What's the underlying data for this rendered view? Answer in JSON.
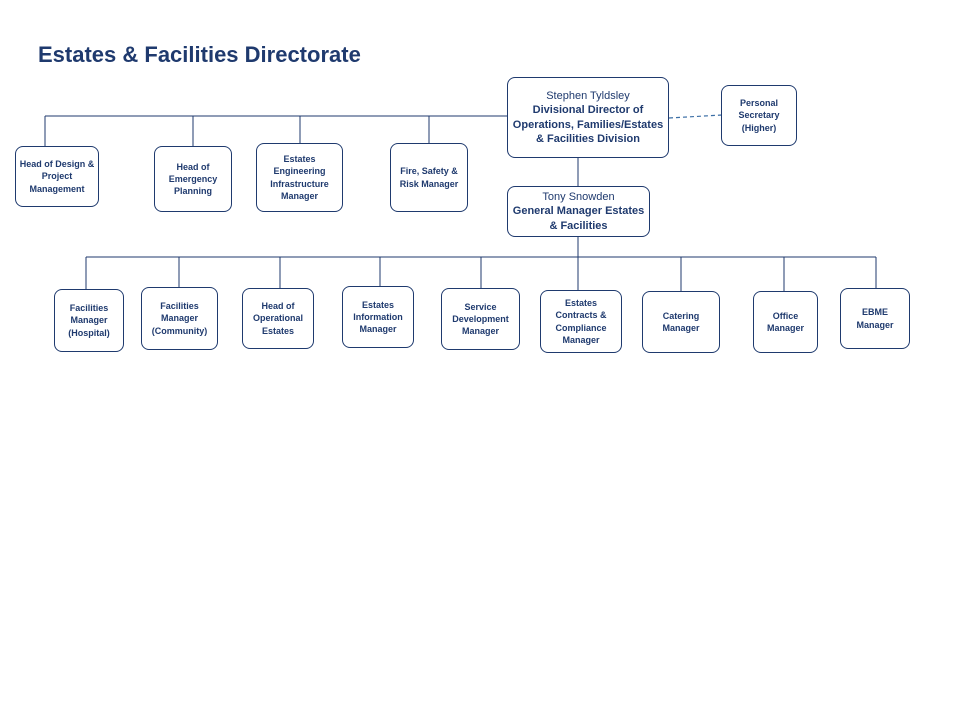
{
  "title": "Estates & Facilities Directorate",
  "colors": {
    "accent": "#1f3a6e",
    "dashed_link": "#3b6ea5"
  },
  "director": {
    "name": "Stephen Tyldsley",
    "role": "Divisional Director of Operations, Families/Estates & Facilities Division"
  },
  "secretary": {
    "label": "Personal Secretary (Higher)"
  },
  "top_reports": [
    "Head of Design & Project Management",
    "Head of Emergency Planning",
    "Estates Engineering Infrastructure Manager",
    "Fire, Safety & Risk Manager"
  ],
  "general_manager": {
    "name": "Tony Snowden",
    "role": "General Manager Estates & Facilities"
  },
  "gm_reports": [
    "Facilities Manager (Hospital)",
    "Facilities Manager (Community)",
    "Head of Operational Estates",
    "Estates Information Manager",
    "Service Development Manager",
    "Estates Contracts & Compliance Manager",
    "Catering Manager",
    "Office Manager",
    "EBME Manager"
  ]
}
